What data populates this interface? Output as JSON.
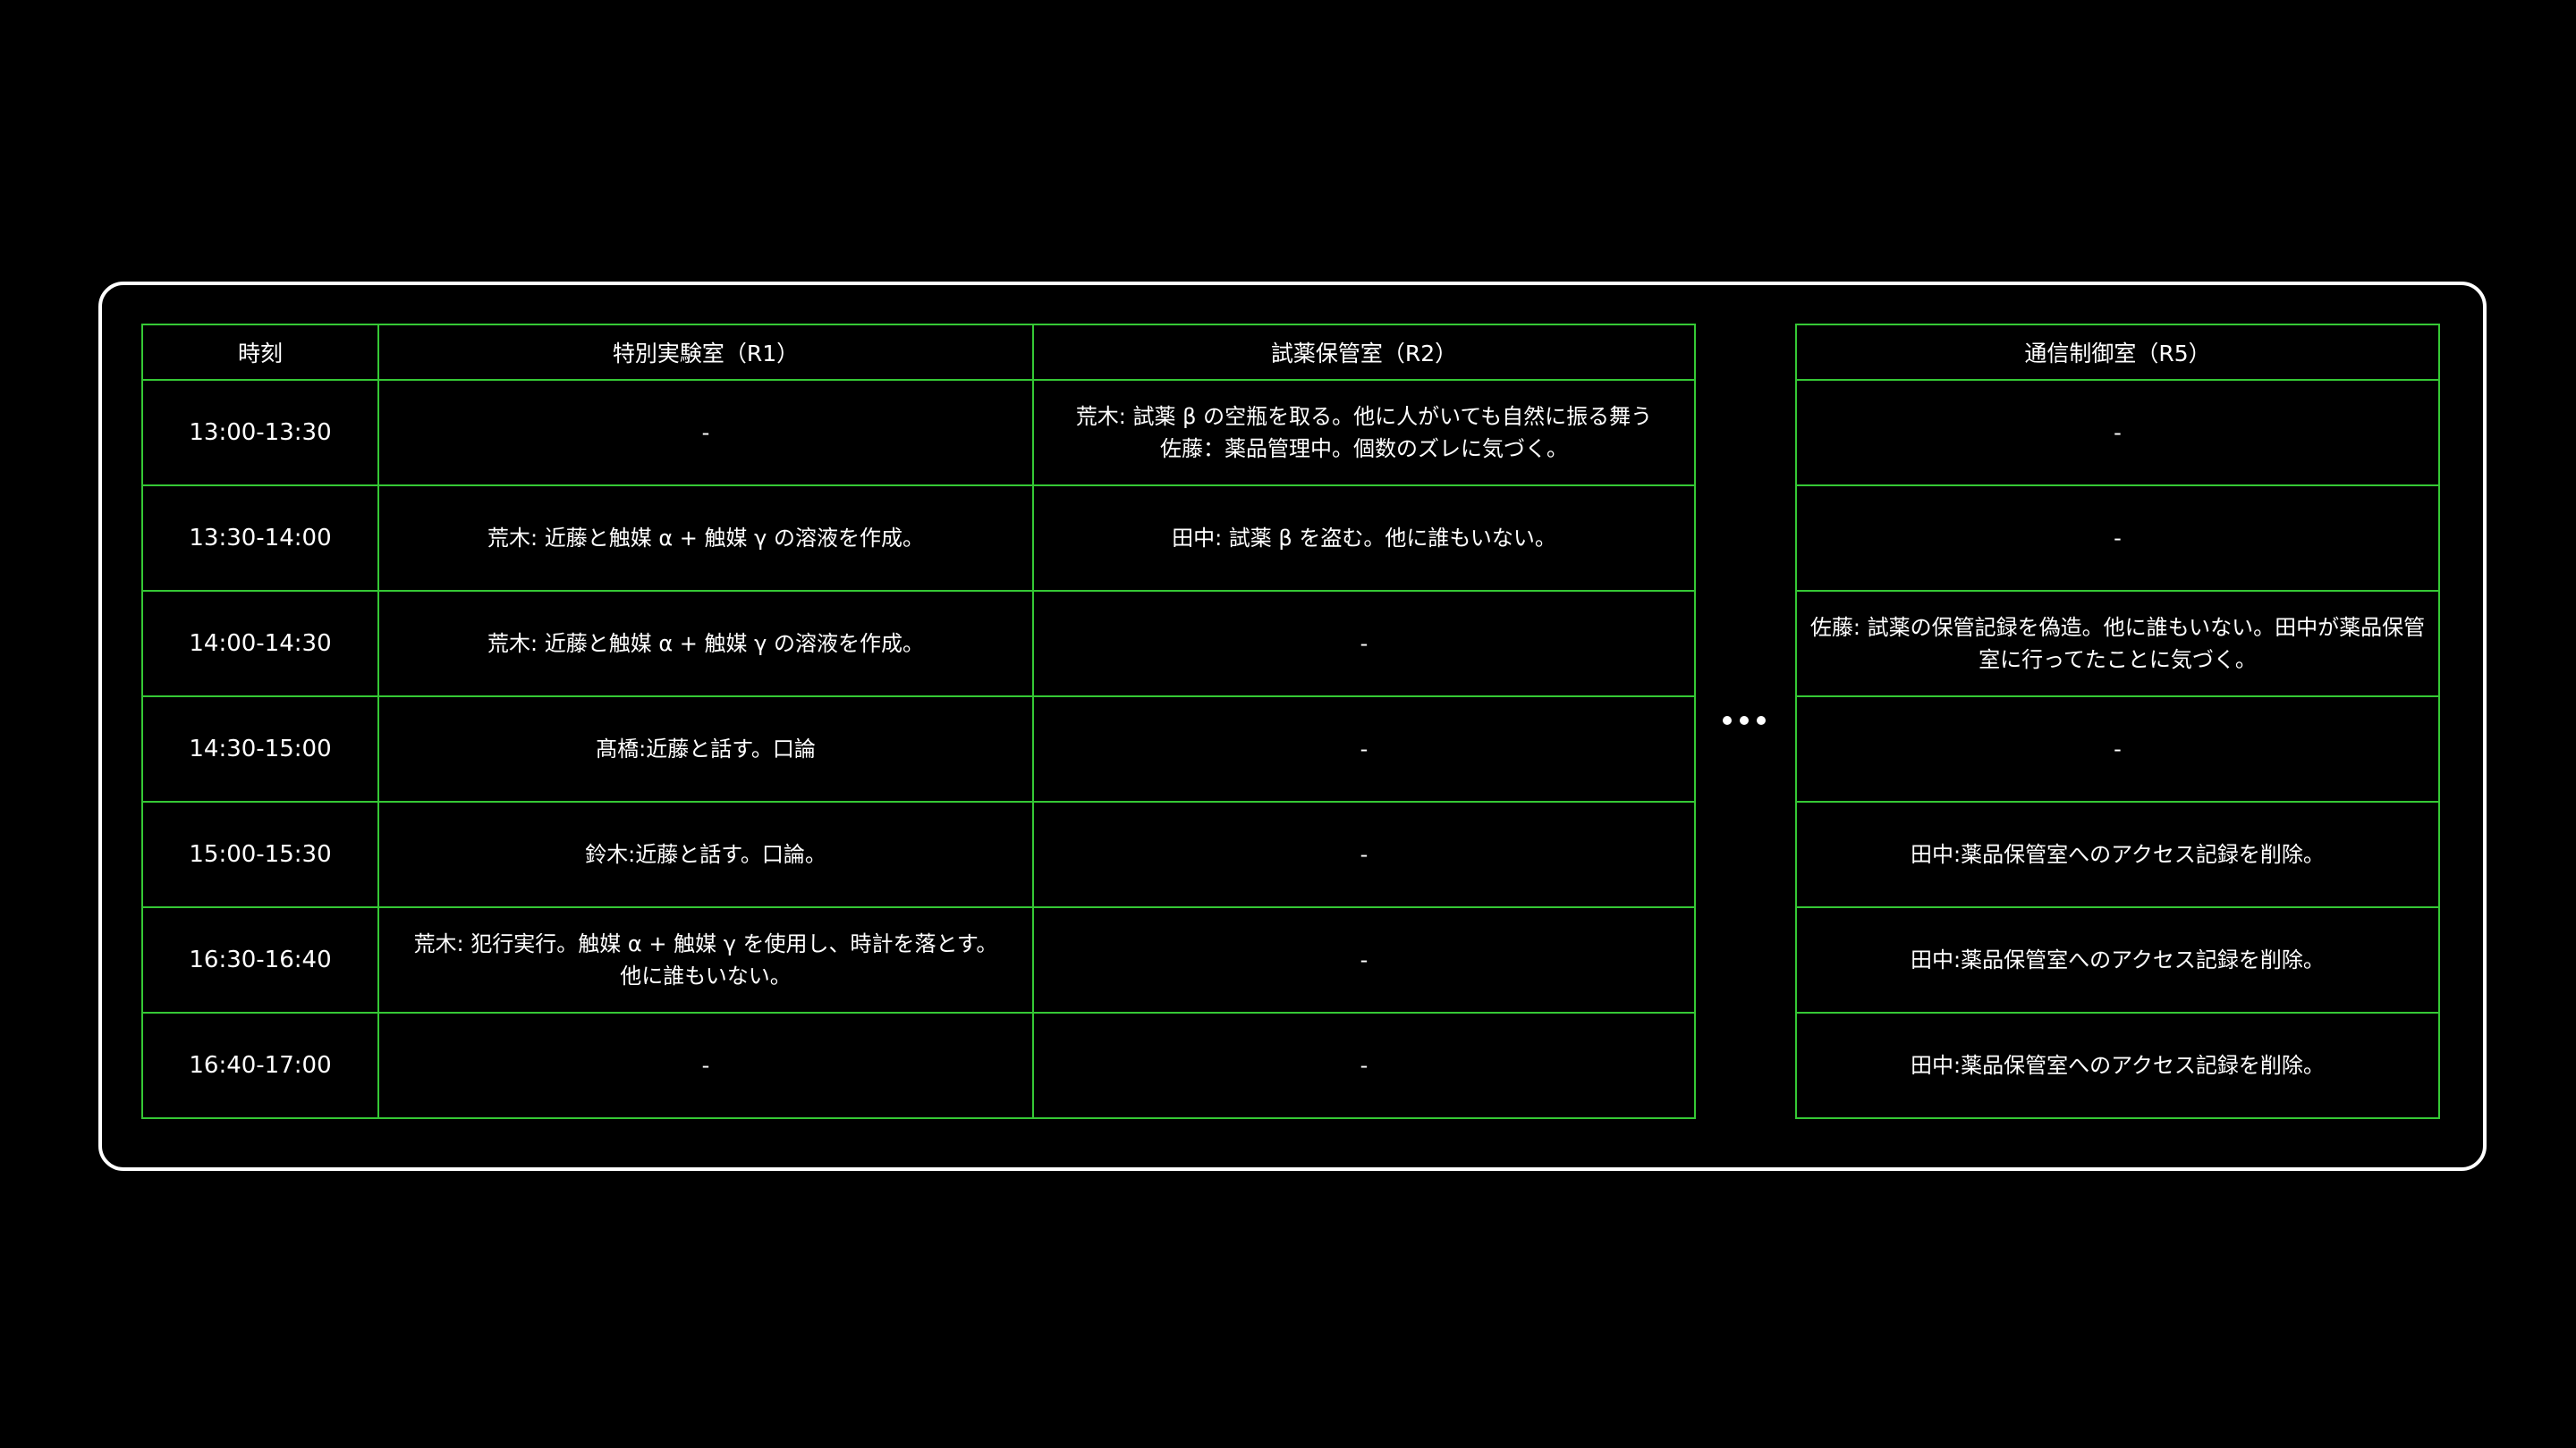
{
  "colors": {
    "background": "#000000",
    "grid_green": "#35c835",
    "panel_border": "#ffffff",
    "text": "#ffffff"
  },
  "icons": {
    "more_columns": "horizontal-ellipsis-dots"
  },
  "table_left": {
    "headers": {
      "time": "時刻",
      "r1": "特別実験室（R1）",
      "r2": "試薬保管室（R2）"
    },
    "rows": [
      {
        "time": "13:00-13:30",
        "r1": "-",
        "r2": "荒木: 試薬 β の空瓶を取る。他に人がいても自然に振る舞う\n佐藤：薬品管理中。個数のズレに気づく。"
      },
      {
        "time": "13:30-14:00",
        "r1": "荒木: 近藤と触媒 α + 触媒 γ の溶液を作成。",
        "r2": "田中: 試薬 β を盗む。他に誰もいない。"
      },
      {
        "time": "14:00-14:30",
        "r1": "荒木: 近藤と触媒 α + 触媒 γ の溶液を作成。",
        "r2": "-"
      },
      {
        "time": "14:30-15:00",
        "r1": "髙橋:近藤と話す。口論",
        "r2": "-"
      },
      {
        "time": "15:00-15:30",
        "r1": "鈴木:近藤と話す。口論。",
        "r2": "-"
      },
      {
        "time": "16:30-16:40",
        "r1": "荒木: 犯行実行。触媒 α + 触媒 γ を使用し、時計を落とす。\n他に誰もいない。",
        "r2": "-"
      },
      {
        "time": "16:40-17:00",
        "r1": "-",
        "r2": "-"
      }
    ]
  },
  "table_right": {
    "header": "通信制御室（R5）",
    "rows": [
      "-",
      "-",
      "佐藤: 試薬の保管記録を偽造。他に誰もいない。田中が薬品保管室に行ってたことに気づく。",
      "-",
      "田中:薬品保管室へのアクセス記録を削除。",
      "田中:薬品保管室へのアクセス記録を削除。",
      "田中:薬品保管室へのアクセス記録を削除。"
    ]
  }
}
